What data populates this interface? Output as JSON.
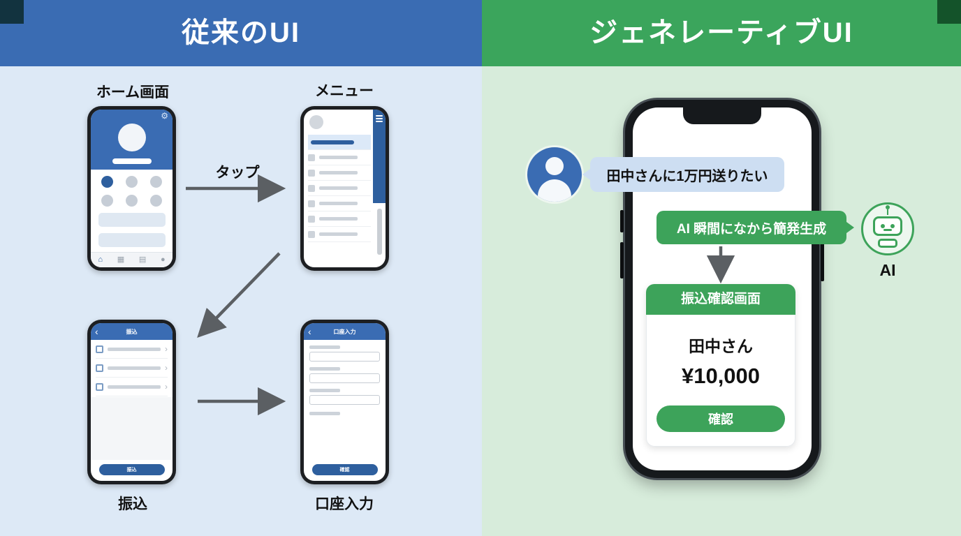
{
  "left_panel": {
    "header_title": "従来のUI",
    "labels": {
      "home": "ホーム画面",
      "menu": "メニュー",
      "transfer": "振込",
      "account": "口座入力"
    },
    "arrow_tap_label": "タップ",
    "phone_transfer": {
      "header_title": "振込",
      "button_label": "振込"
    },
    "phone_account": {
      "header_title": "口座入力",
      "button_label": "確認"
    }
  },
  "right_panel": {
    "header_title": "ジェネレーティブUI",
    "user_message": "田中さんに1万円送りたい",
    "ai_message": "AI 瞬間になから簡発生成",
    "ai_label": "AI",
    "confirm_card": {
      "title": "振込確認画面",
      "recipient": "田中さん",
      "amount": "¥10,000",
      "button_label": "確認"
    }
  },
  "icons": {
    "gear": "⚙",
    "back": "‹",
    "chevron": "›",
    "home": "⌂",
    "grid": "▦",
    "list": "▤",
    "user": "●"
  },
  "colors": {
    "left_header_bg": "#3a6cb3",
    "left_body_bg": "#dde9f6",
    "right_header_bg": "#3ba55c",
    "right_body_bg": "#d7ecdb",
    "accent_blue": "#2e5f9e",
    "accent_green": "#3da35a",
    "user_bubble_bg": "#cddef2",
    "arrow_gray": "#5b5f63"
  }
}
